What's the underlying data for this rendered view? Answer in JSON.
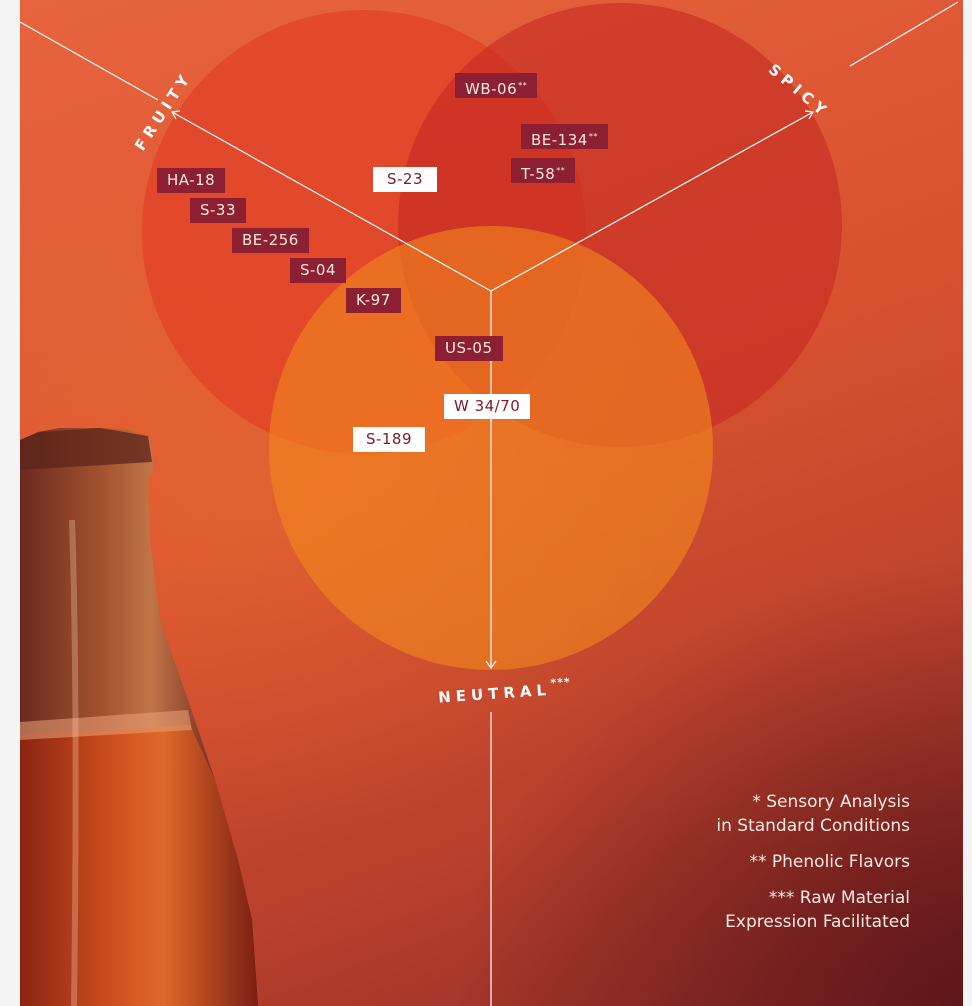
{
  "axes": {
    "fruity": "FRUITY",
    "spicy": "SPICY",
    "neutral": "NEUTRAL",
    "neutral_mark": "***"
  },
  "strains": [
    {
      "label": "WB-06",
      "mark": "**",
      "style": "dark"
    },
    {
      "label": "BE-134",
      "mark": "**",
      "style": "dark"
    },
    {
      "label": "T-58",
      "mark": "**",
      "style": "dark"
    },
    {
      "label": "S-23",
      "style": "light"
    },
    {
      "label": "HA-18",
      "style": "dark"
    },
    {
      "label": "S-33",
      "style": "dark"
    },
    {
      "label": "BE-256",
      "style": "dark"
    },
    {
      "label": "S-04",
      "style": "dark"
    },
    {
      "label": "K-97",
      "style": "dark"
    },
    {
      "label": "US-05",
      "style": "dark"
    },
    {
      "label": "W 34/70",
      "style": "light"
    },
    {
      "label": "S-189",
      "style": "light"
    }
  ],
  "notes": [
    {
      "line1": "* Sensory Analysis",
      "line2": "in Standard Conditions"
    },
    {
      "line1": "** Phenolic Flavors"
    },
    {
      "line1": "*** Raw Material",
      "line2": "Expression Facilitated"
    }
  ],
  "colors": {
    "background": "#d8512f",
    "fruity_circle": "#e23c24",
    "spicy_circle": "#c42723",
    "neutral_circle": "#f2861f",
    "tag_dark": "#8c1f31",
    "tag_light": "#ffffff"
  }
}
